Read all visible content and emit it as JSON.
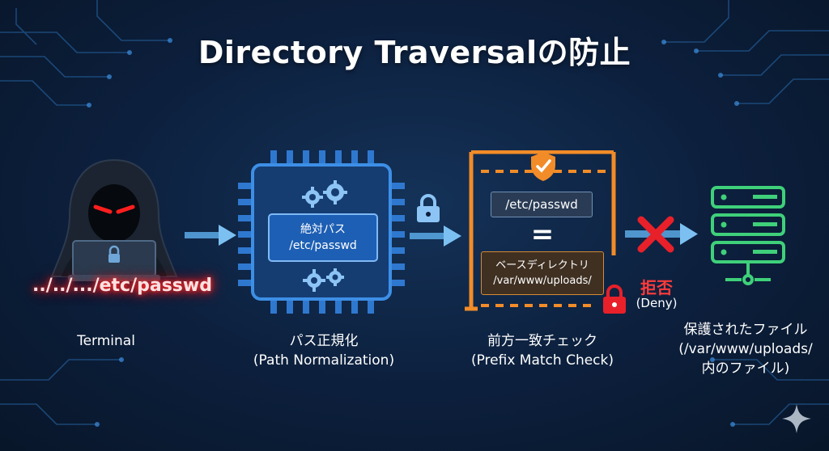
{
  "title": "Directory Traversalの防止",
  "attack_path": "../../.../etc/passwd",
  "terminal": {
    "caption": "Terminal"
  },
  "normalization": {
    "box_label_line1": "絶対パス",
    "box_label_line2": "/etc/passwd",
    "caption_line1": "パス正規化",
    "caption_line2": "(Path Normalization)"
  },
  "prefix_check": {
    "path_value": "/etc/passwd",
    "operator": "=",
    "base_label": "ベースディレクトリ",
    "base_path": "/var/www/uploads/",
    "caption_line1": "前方一致チェック",
    "caption_line2": "(Prefix Match Check)"
  },
  "deny": {
    "label": "拒否",
    "sub": "(Deny)"
  },
  "protected": {
    "caption_line1": "保護されたファイル",
    "caption_line2": "(/var/www/uploads/",
    "caption_line3": "内のファイル)"
  },
  "colors": {
    "background": "#0c1f3c",
    "arrow": "#5aa9e6",
    "cpu_blue": "#2f78cf",
    "check_orange": "#f28c28",
    "deny_red": "#e8202a",
    "server_green": "#3fd07a",
    "attack_glow": "#ff2a2a"
  },
  "icons": [
    "hacker-icon",
    "laptop-icon",
    "gear-icon",
    "lock-icon",
    "shield-check-icon",
    "cross-icon",
    "server-icon",
    "sparkle-icon"
  ]
}
